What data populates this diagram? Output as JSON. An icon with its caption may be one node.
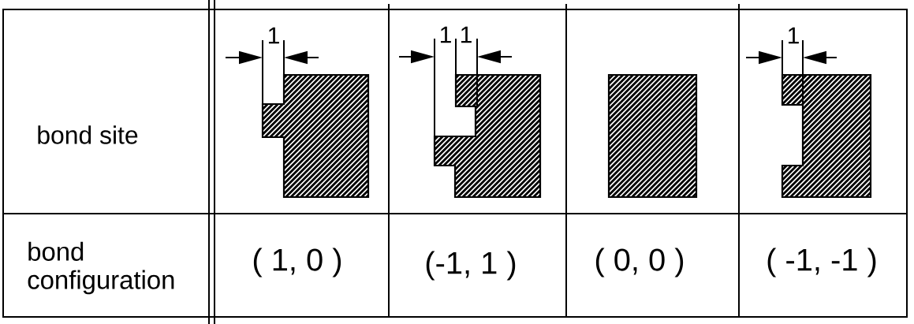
{
  "diagram": {
    "labels": [
      "bond site",
      "1",
      "1",
      "1",
      "1",
      "bond configuration",
      "( 1, 0 )",
      "(-1, 1 )",
      "( 0, 0 )",
      "( -1, -1 )"
    ]
  }
}
